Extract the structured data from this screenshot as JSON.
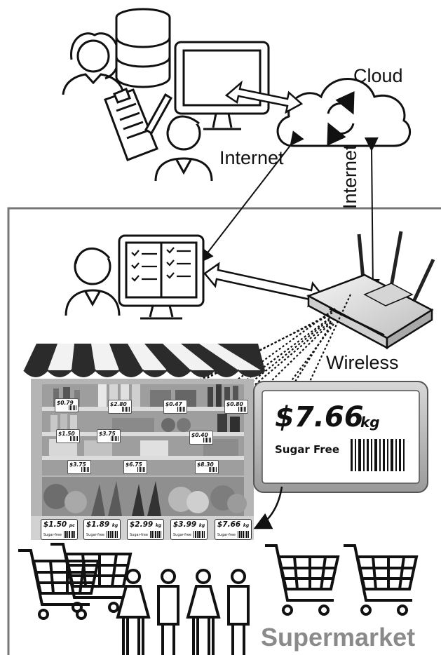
{
  "labels": {
    "cloud": "Cloud",
    "internet_top": "Internet",
    "internet_side": "Internet",
    "wireless": "Wireless",
    "supermarket": "Supermarket"
  },
  "featured_tag": {
    "price": "$7.66",
    "unit": "kg",
    "description": "Sugar Free"
  },
  "bottom_tags": [
    {
      "price": "$1.50",
      "unit": "pc",
      "desc": "Sugar-free"
    },
    {
      "price": "$1.89",
      "unit": "kg",
      "desc": "Sugar-free"
    },
    {
      "price": "$2.99",
      "unit": "kg",
      "desc": "Sugar-free"
    },
    {
      "price": "$3.99",
      "unit": "kg",
      "desc": "Sugar-free"
    },
    {
      "price": "$7.66",
      "unit": "kg",
      "desc": "Sugar-free"
    }
  ],
  "shelf_mini_tags": [
    {
      "price": "$0.79"
    },
    {
      "price": "$2.80"
    },
    {
      "price": "$0.47"
    },
    {
      "price": "$0.80"
    },
    {
      "price": "$1.50"
    },
    {
      "price": "$3.75"
    },
    {
      "price": "$0.40"
    },
    {
      "price": "$3.75"
    },
    {
      "price": "$6.75"
    },
    {
      "price": "$8.30"
    }
  ],
  "colors": {
    "line": "#111111",
    "awning_dark": "#2b2b2b",
    "awning_light": "#f2f2f2",
    "tag_frame": "#b9b9b9",
    "tag_screen": "#ffffff",
    "router": "#e6e6e6",
    "supermarket_text": "#8a8a8a"
  }
}
